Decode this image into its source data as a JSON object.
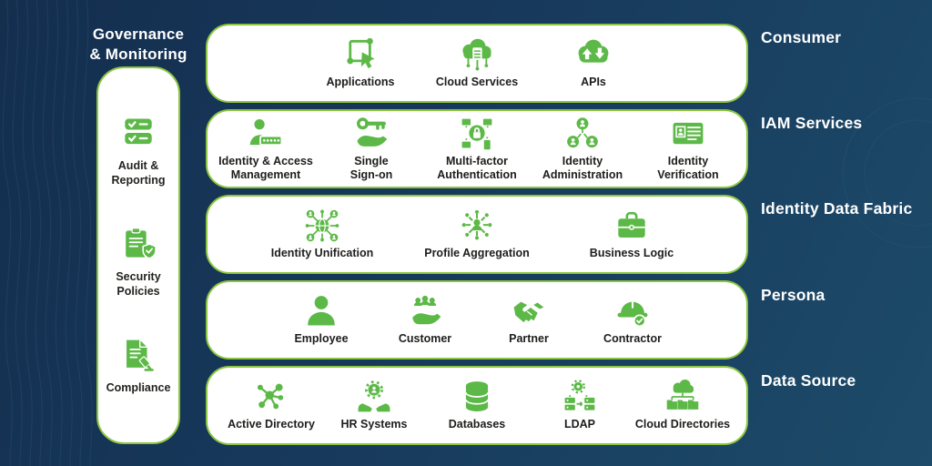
{
  "colors": {
    "background_navy": "#17395C",
    "icon_green": "#5CB947",
    "card_border_green": "#8CC53F",
    "card_fill": "#FFFFFF",
    "card_text": "#1D1D1B",
    "outer_label_white": "#FFFFFF"
  },
  "governance": {
    "title_line1": "Governance",
    "title_line2": "& Monitoring",
    "items": [
      {
        "label": "Audit & Reporting",
        "icon": "audit-reporting-icon"
      },
      {
        "label": "Security Policies",
        "icon": "security-policies-icon"
      },
      {
        "label": "Compliance",
        "icon": "compliance-icon"
      }
    ]
  },
  "rows": [
    {
      "label": "Consumer",
      "items": [
        {
          "label": "Applications",
          "icon": "applications-icon"
        },
        {
          "label": "Cloud Services",
          "icon": "cloud-services-icon"
        },
        {
          "label": "APIs",
          "icon": "apis-icon"
        }
      ]
    },
    {
      "label": "IAM Services",
      "items": [
        {
          "label": "Identity & Access Management",
          "icon": "identity-access-management-icon"
        },
        {
          "label": "Single Sign-on",
          "icon": "single-sign-on-icon"
        },
        {
          "label": "Multi-factor Authentication",
          "icon": "multi-factor-authentication-icon"
        },
        {
          "label": "Identity Administration",
          "icon": "identity-administration-icon"
        },
        {
          "label": "Identity Verification",
          "icon": "identity-verification-icon"
        }
      ]
    },
    {
      "label": "Identity Data Fabric",
      "items": [
        {
          "label": "Identity Unification",
          "icon": "identity-unification-icon"
        },
        {
          "label": "Profile Aggregation",
          "icon": "profile-aggregation-icon"
        },
        {
          "label": "Business Logic",
          "icon": "business-logic-icon"
        }
      ]
    },
    {
      "label": "Persona",
      "items": [
        {
          "label": "Employee",
          "icon": "employee-icon"
        },
        {
          "label": "Customer",
          "icon": "customer-icon"
        },
        {
          "label": "Partner",
          "icon": "partner-icon"
        },
        {
          "label": "Contractor",
          "icon": "contractor-icon"
        }
      ]
    },
    {
      "label": "Data Source",
      "items": [
        {
          "label": "Active Directory",
          "icon": "active-directory-icon"
        },
        {
          "label": "HR Systems",
          "icon": "hr-systems-icon"
        },
        {
          "label": "Databases",
          "icon": "databases-icon"
        },
        {
          "label": "LDAP",
          "icon": "ldap-icon"
        },
        {
          "label": "Cloud Directories",
          "icon": "cloud-directories-icon"
        }
      ]
    }
  ]
}
